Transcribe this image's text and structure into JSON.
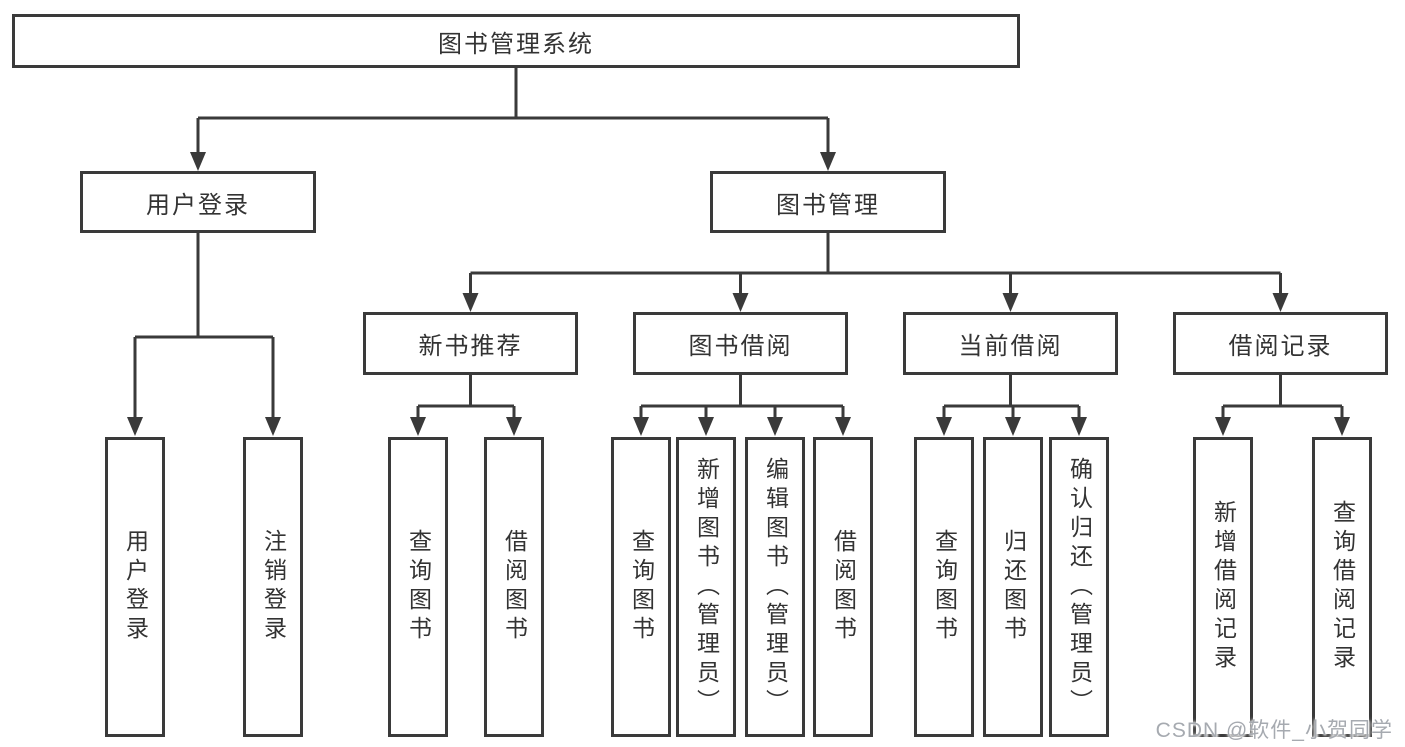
{
  "diagram": {
    "title_node": "图书管理系统",
    "line_color": "#3a3a3a",
    "text_color": "#333333",
    "root": {
      "label": "图书管理系统"
    },
    "level2": [
      {
        "label": "用户登录"
      },
      {
        "label": "图书管理"
      }
    ],
    "level3": [
      {
        "label": "新书推荐"
      },
      {
        "label": "图书借阅"
      },
      {
        "label": "当前借阅"
      },
      {
        "label": "借阅记录"
      }
    ],
    "leaves": {
      "user_login": [
        {
          "label": "用户登录"
        },
        {
          "label": "注销登录"
        }
      ],
      "new_book": [
        {
          "label": "查询图书"
        },
        {
          "label": "借阅图书"
        }
      ],
      "book_borrow": [
        {
          "label": "查询图书"
        },
        {
          "label": "新增图书（管理员）"
        },
        {
          "label": "编辑图书（管理员）"
        },
        {
          "label": "借阅图书"
        }
      ],
      "current_borrow": [
        {
          "label": "查询图书"
        },
        {
          "label": "归还图书"
        },
        {
          "label": "确认归还（管理员）"
        }
      ],
      "borrow_record": [
        {
          "label": "新增借阅记录"
        },
        {
          "label": "查询借阅记录"
        }
      ]
    }
  },
  "watermark": {
    "text": "CSDN @软件_小贺同学"
  }
}
